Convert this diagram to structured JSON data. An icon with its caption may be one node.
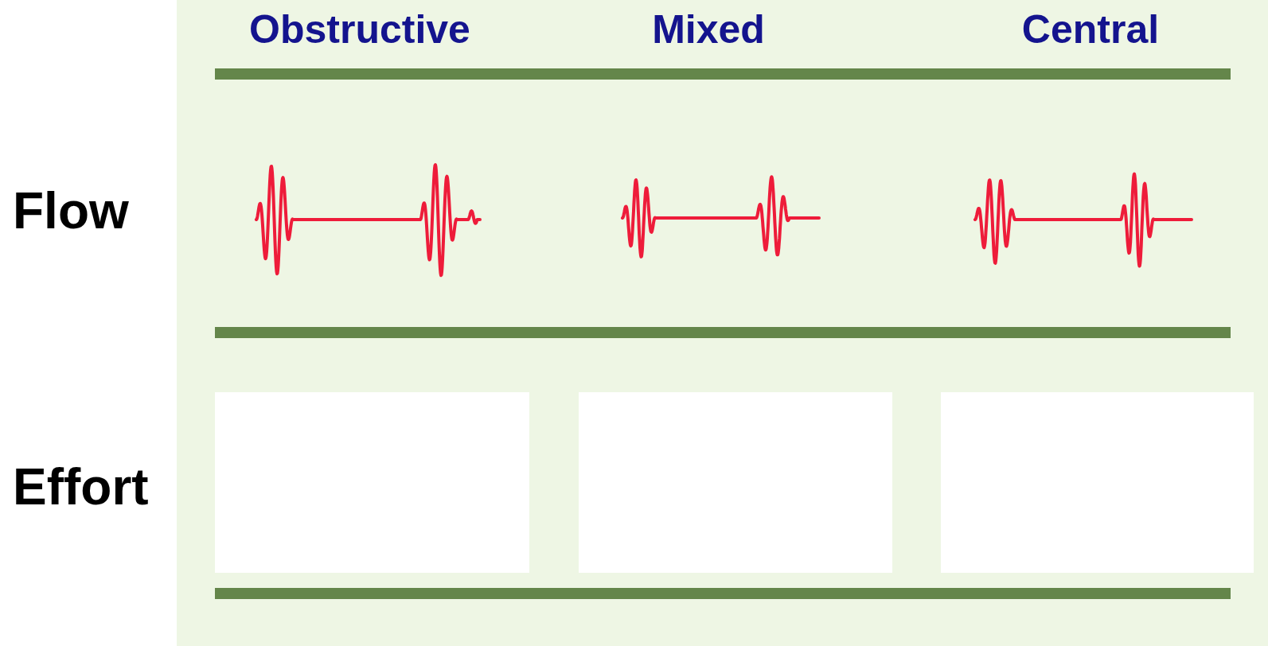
{
  "diagram": {
    "nodes": [
      {
        "text": [],
        "shape": "bar"
      },
      {
        "text": [],
        "shape": "bar"
      },
      {
        "text": [],
        "shape": "box"
      },
      {
        "text": [],
        "shape": "box"
      },
      {
        "text": [],
        "shape": "box"
      },
      {
        "text": [],
        "shape": "bar"
      }
    ],
    "edges": [],
    "labels": [
      "Obstructive",
      "Mixed",
      "Central",
      "Flow",
      "Effort"
    ]
  }
}
